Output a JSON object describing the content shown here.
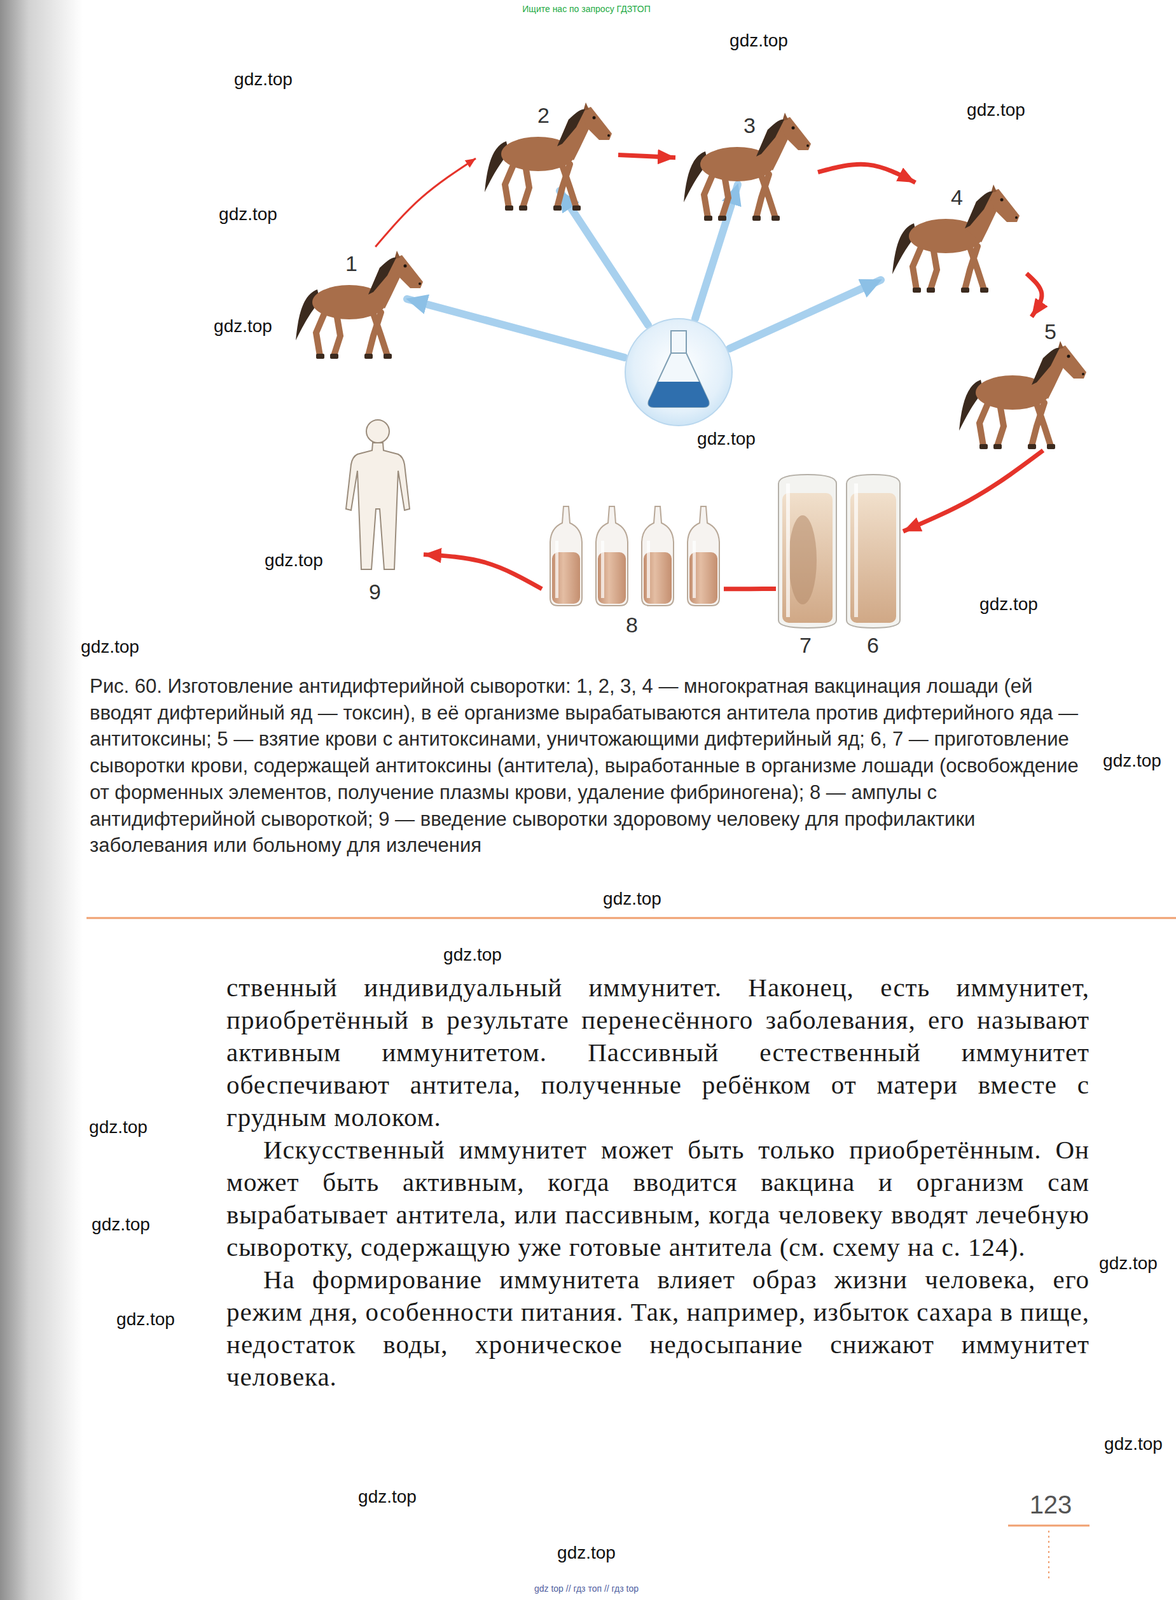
{
  "diagram": {
    "caption": "Рис. 60. Изготовление антидифтерийной сыворотки: 1, 2, 3, 4 — многократная вакцинация лошади (ей вводят дифтерийный яд — токсин), в её организме вырабатываются антитела против дифтерийного яда — антитоксины; 5 — взятие крови с антитоксинами, уничтожающими дифтерийный яд; 6, 7 — приготовление сыворотки крови, содержащей антитоксины (антитела), выработанные в организме лошади (освобождение от форменных элементов, получение плазмы крови, удаление фибриногена); 8 — ампулы с антидифтерийной сывороткой; 9 — введение сыворотки здоровому человеку для профилактики заболевания или больному для излечения",
    "nodes": [
      {
        "text": [
          "1"
        ]
      },
      {
        "text": [
          "2"
        ]
      },
      {
        "text": [
          "3"
        ]
      },
      {
        "text": [
          "4"
        ]
      },
      {
        "text": [
          "5"
        ]
      },
      {
        "text": [
          "6"
        ]
      },
      {
        "text": [
          "7"
        ]
      },
      {
        "text": [
          "8"
        ]
      },
      {
        "text": [
          "9"
        ]
      }
    ],
    "edges": [
      {
        "from": 0,
        "to": 1,
        "arrow": "to"
      },
      {
        "from": 1,
        "to": 2,
        "arrow": "to"
      },
      {
        "from": 2,
        "to": 3,
        "arrow": "to"
      },
      {
        "from": 3,
        "to": 4,
        "arrow": "to"
      },
      {
        "from": 4,
        "to": 5,
        "arrow": "to"
      },
      {
        "from": 6,
        "to": 7,
        "arrow": "none"
      },
      {
        "from": 7,
        "to": 8,
        "arrow": "to"
      }
    ],
    "labels": [
      "Ищите нас по запросу ГДЗТОП",
      "gdz.top",
      "gdz.top",
      "gdz.top",
      "gdz.top",
      "gdz.top",
      "gdz.top",
      "gdz.top",
      "gdz.top",
      "gdz.top",
      "gdz.top",
      "gdz.top",
      "gdz.top",
      "gdz.top",
      "gdz.top",
      "gdz.top",
      "gdz.top",
      "gdz.top",
      "gdz.top",
      "gdz.top",
      "ственный индивидуальный иммунитет. Наконец, есть иммунитет, приобретённый в результате перенесённого заболевания, его называют активным иммунитетом. Пассивный естественный иммунитет обеспечивают антитела, полученные ребёнком от матери вместе с грудным молоком.",
      "Искусственный иммунитет может быть только приобретённым. Он может быть активным, когда вводится вакцина и организм сам вырабатывает антитела, или пассивным, когда человеку вводят лечебную сыворотку, содержащую уже готовые антитела (см. схему на с. 124).",
      "На формирование иммунитета влияет образ жизни человека, его режим дня, особенности питания. Так, например, избыток сахара в пище, недостаток воды, хроническое недосыпание снижают иммунитет человека.",
      "123",
      "gdz top // гдз топ // гдз top"
    ]
  }
}
